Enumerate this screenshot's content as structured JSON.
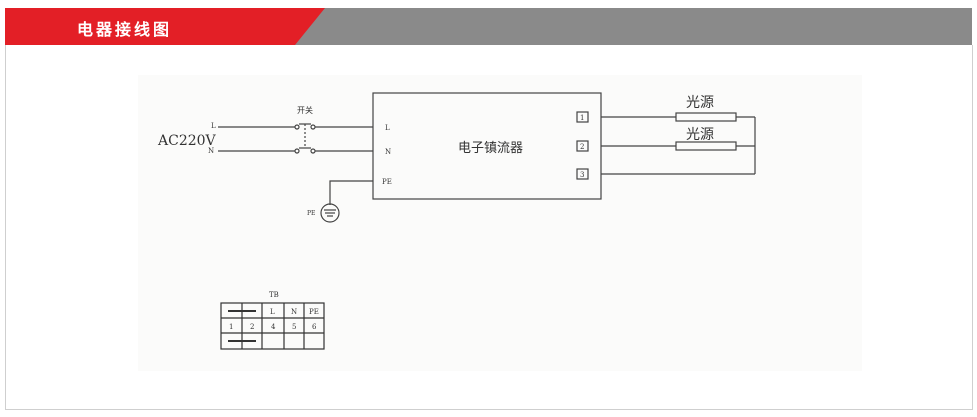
{
  "header": {
    "title": "电器接线图"
  },
  "diagram": {
    "source_label": "AC220V",
    "line_l": "L",
    "line_n": "N",
    "switch_label": "开关",
    "ballast_label": "电子镇流器",
    "ballast_terminals": [
      "L",
      "N",
      "PE"
    ],
    "output_terminals": [
      "1",
      "2",
      "3"
    ],
    "lamp_labels": [
      "光源",
      "光源"
    ],
    "ground_label": "PE",
    "table": {
      "title": "TB",
      "header": [
        "",
        "",
        "L",
        "N",
        "PE"
      ],
      "row": [
        "1",
        "2",
        "4",
        "5",
        "6"
      ]
    }
  }
}
